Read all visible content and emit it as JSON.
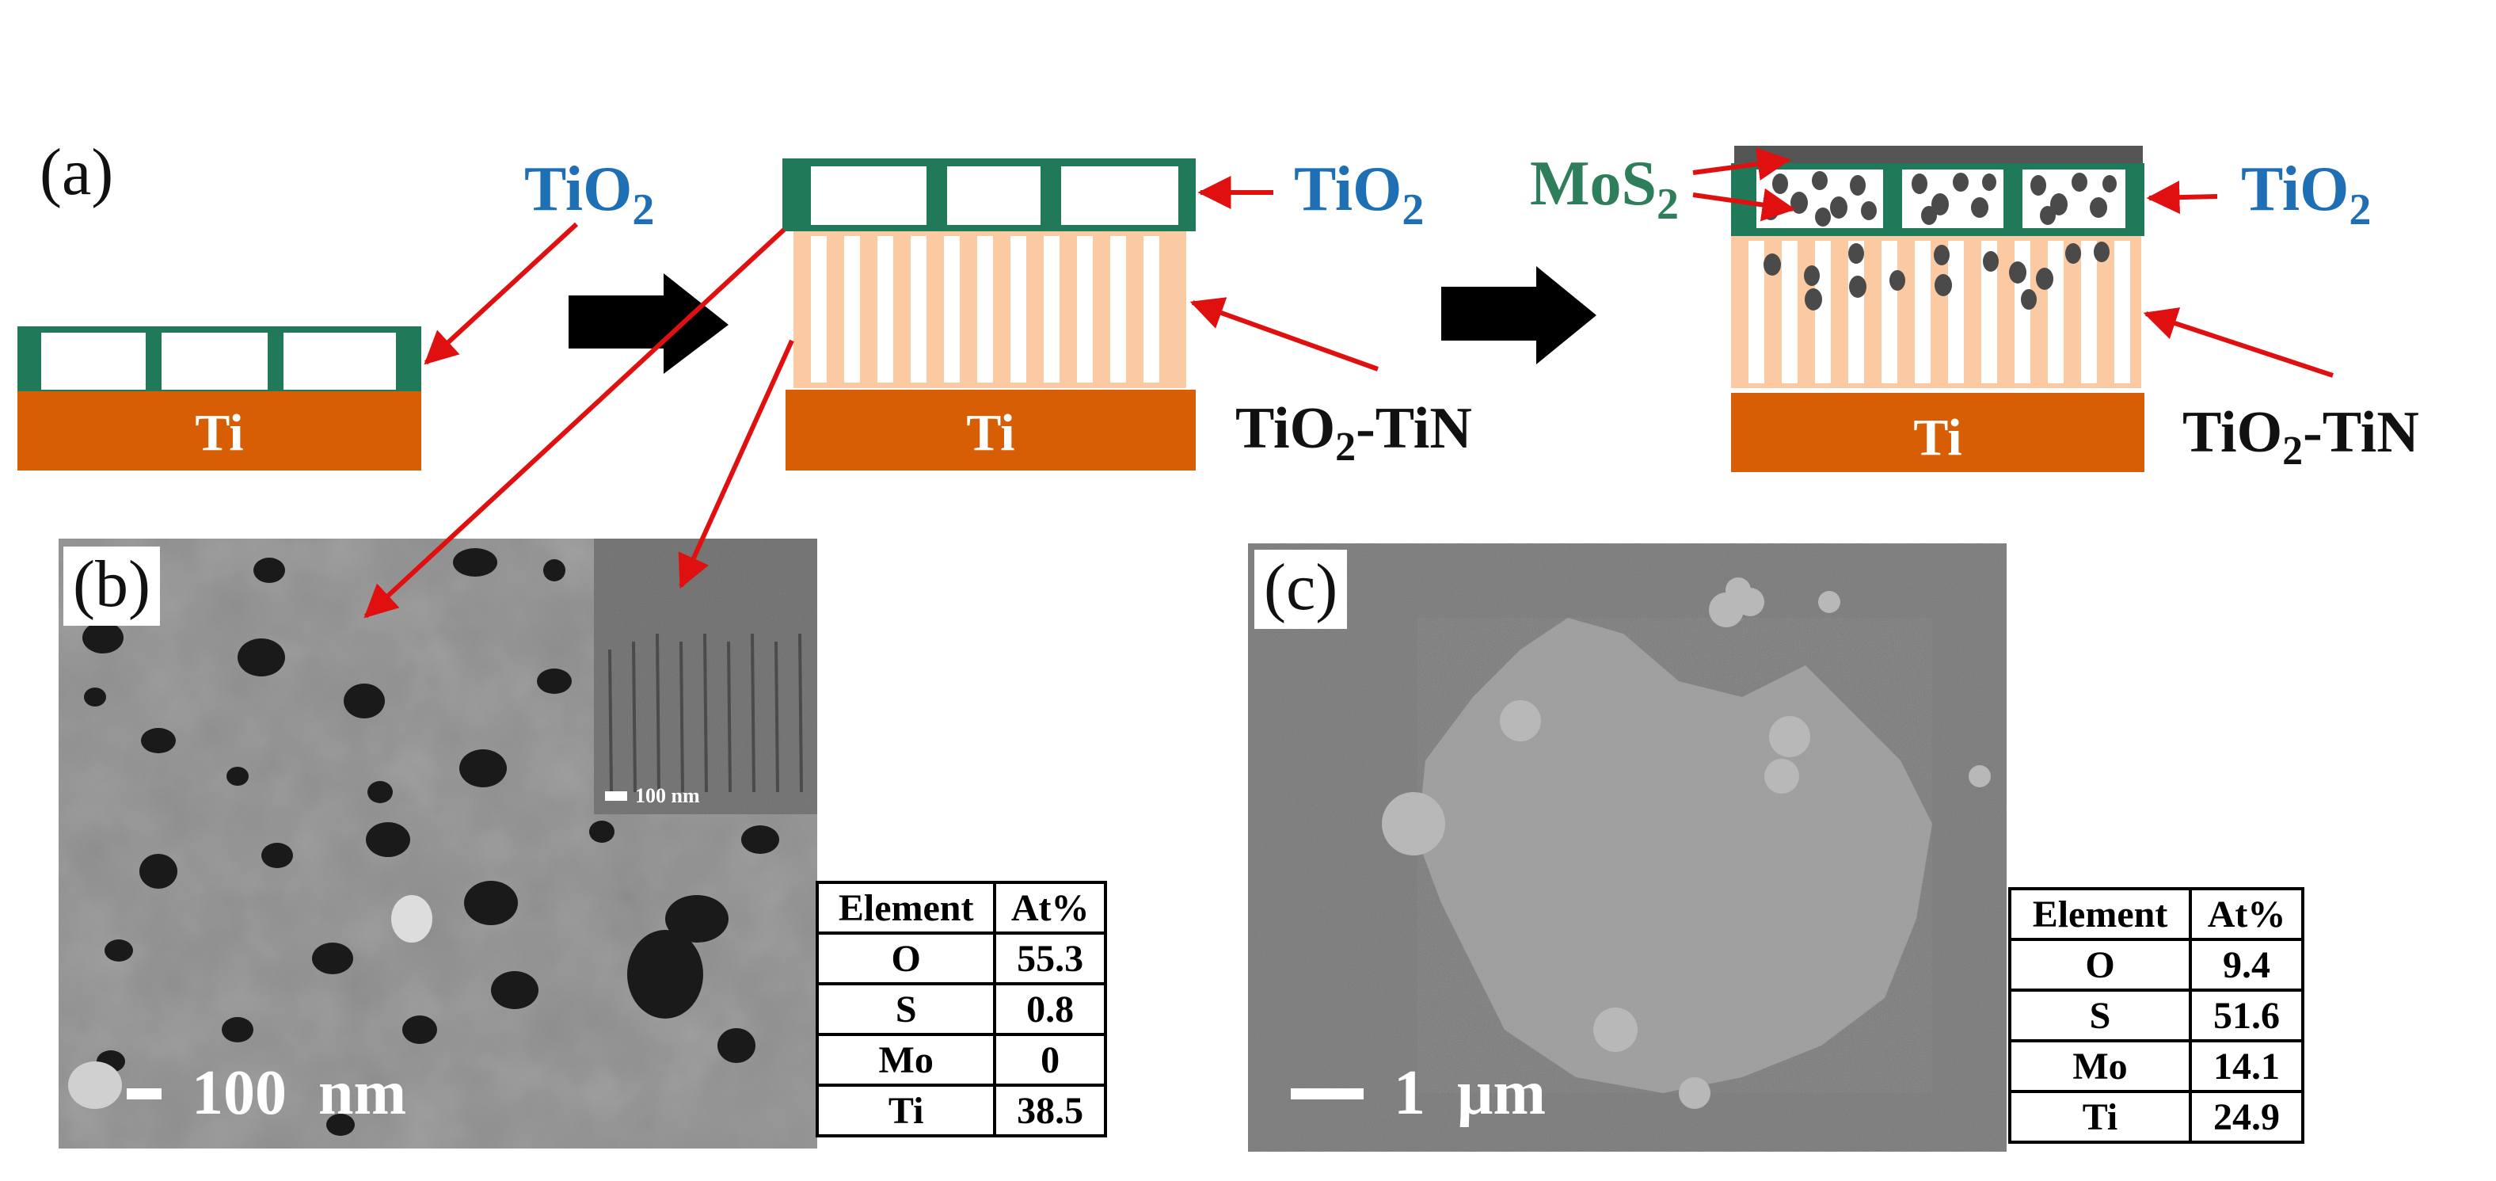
{
  "panel_a": {
    "label": "(a)",
    "stage1": {
      "substrate": "Ti",
      "layer": "TiO2",
      "layer_base": "TiO",
      "layer_sub": "2"
    },
    "stage2": {
      "substrate": "Ti",
      "top_layer_base": "TiO",
      "top_layer_sub": "2",
      "nanotube_base": "TiO",
      "nanotube_sub": "2",
      "nanotube_rest": "-TiN"
    },
    "stage3": {
      "substrate": "Ti",
      "deposit_base": "MoS",
      "deposit_sub": "2",
      "top_layer_base": "TiO",
      "top_layer_sub": "2",
      "nanotube_base": "TiO",
      "nanotube_sub": "2",
      "nanotube_rest": "-TiN"
    }
  },
  "panel_b": {
    "label": "(b)",
    "scale_bar": "100  nm",
    "inset_scale_bar": "100 nm",
    "eds_table": {
      "headers": [
        "Element",
        "At%"
      ],
      "rows": [
        [
          "O",
          "55.3"
        ],
        [
          "S",
          "0.8"
        ],
        [
          "Mo",
          "0"
        ],
        [
          "Ti",
          "38.5"
        ]
      ]
    }
  },
  "panel_c": {
    "label": "(c)",
    "scale_bar": "1  μm",
    "eds_table": {
      "headers": [
        "Element",
        "At%"
      ],
      "rows": [
        [
          "O",
          "9.4"
        ],
        [
          "S",
          "51.6"
        ],
        [
          "Mo",
          "14.1"
        ],
        [
          "Ti",
          "24.9"
        ]
      ]
    }
  },
  "colors": {
    "tio2_label": "#1f6fb5",
    "mos2_label": "#2e7d5b",
    "green_layer": "#207a5a",
    "ti_substrate": "#d85e05",
    "nanotube": "#fbc9a2",
    "arrow_red": "#e01010",
    "process_arrow": "#000000",
    "mos2_particle": "#4a4a4a",
    "mos2_top": "#555555"
  }
}
